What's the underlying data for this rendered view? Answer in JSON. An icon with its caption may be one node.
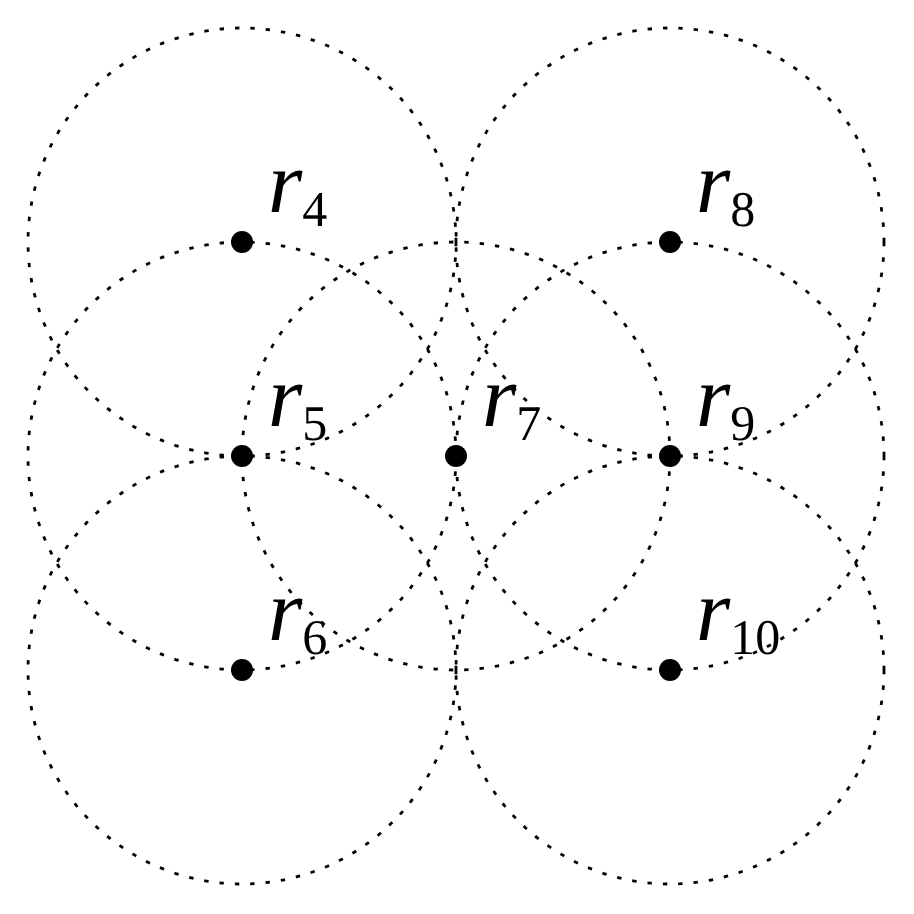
{
  "diagram": {
    "nodes": [
      {
        "text": [],
        "shape": "circle",
        "beside": [
          "*r*$_{4}$"
        ]
      },
      {
        "text": [],
        "shape": "circle",
        "beside": [
          "*r*$_{8}$"
        ]
      },
      {
        "text": [],
        "shape": "circle",
        "beside": [
          "*r*$_{5}$"
        ]
      },
      {
        "text": [],
        "shape": "circle",
        "beside": [
          "*r*$_{7}$"
        ]
      },
      {
        "text": [],
        "shape": "circle",
        "beside": [
          "*r*$_{9}$"
        ]
      },
      {
        "text": [],
        "shape": "circle",
        "beside": [
          "*r*$_{6}$"
        ]
      },
      {
        "text": [],
        "shape": "circle",
        "beside": [
          "*r*$_{10}$"
        ]
      }
    ]
  }
}
